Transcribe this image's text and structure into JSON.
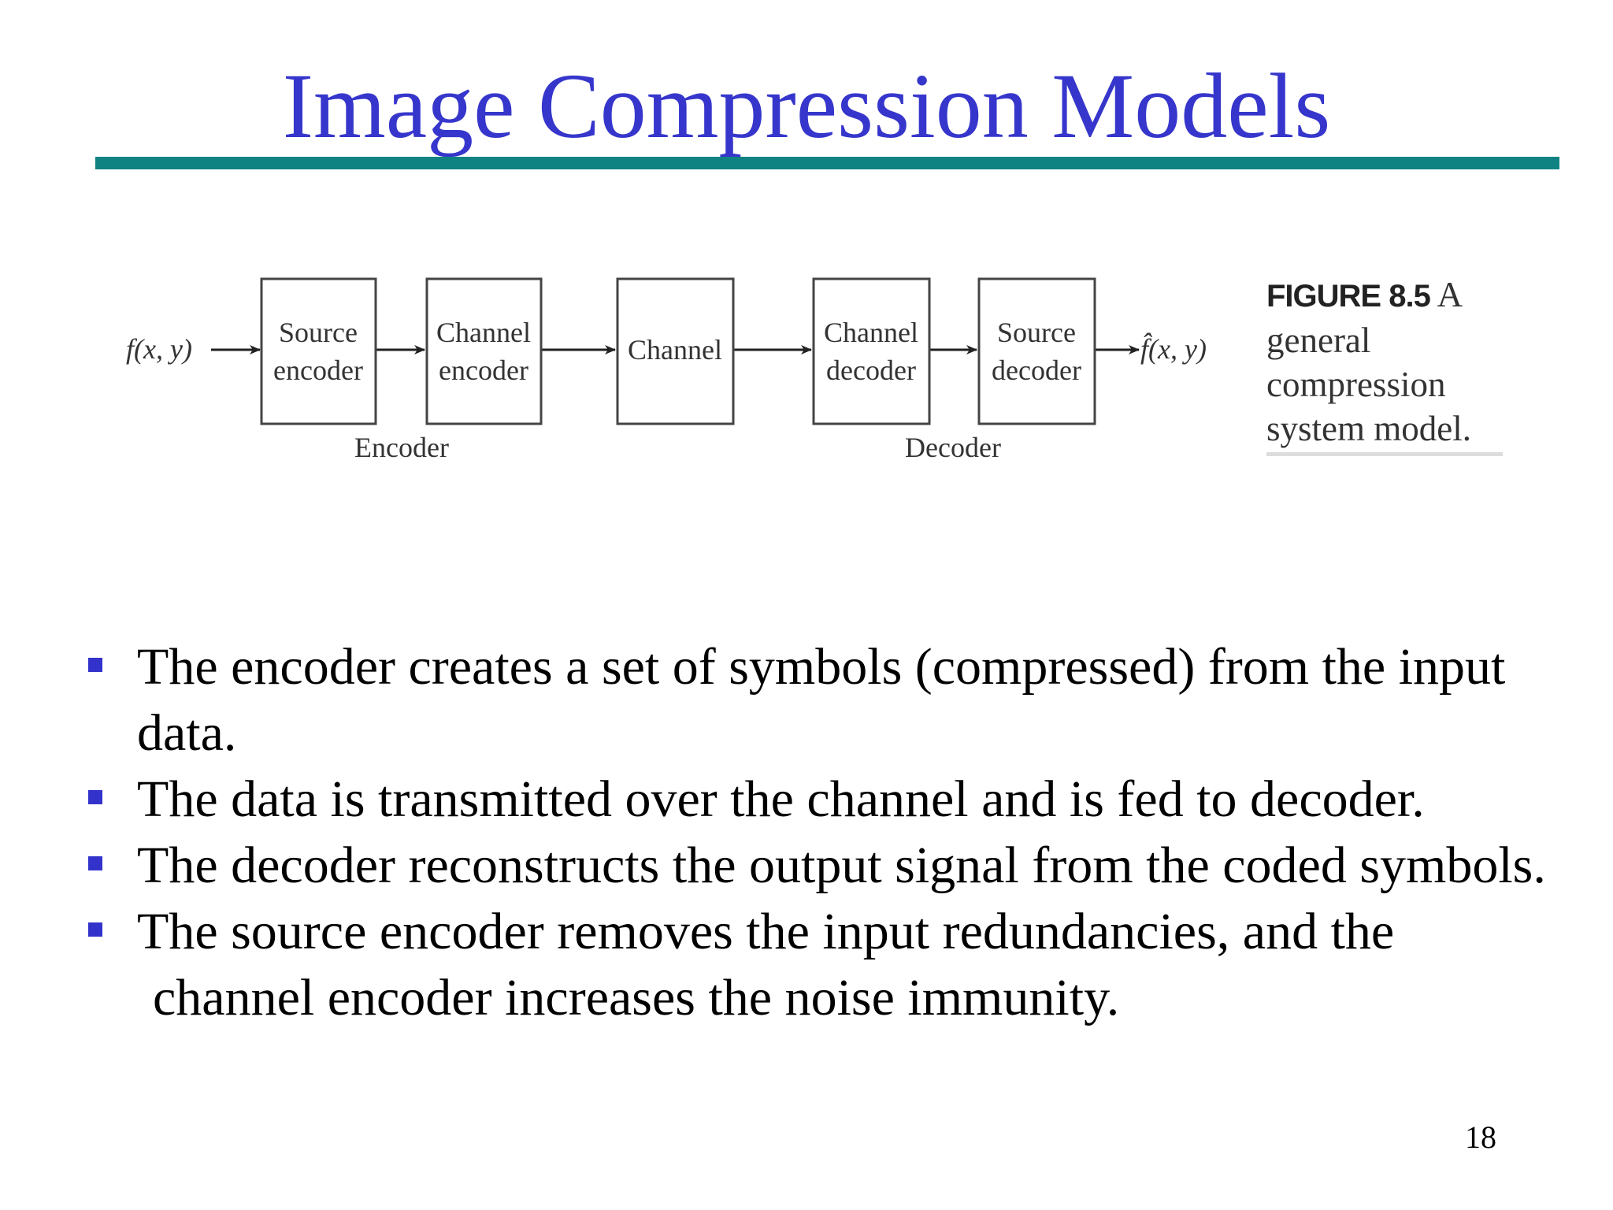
{
  "slide": {
    "title": "Image Compression Models",
    "page_number": "18",
    "accent_colors": {
      "title": "#3636cc",
      "rule": "#0f8282",
      "bullet": "#3333cc"
    }
  },
  "figure": {
    "input_label": "f(x, y)",
    "output_label": "f̂(x, y)",
    "blocks": [
      {
        "line1": "Source",
        "line2": "encoder"
      },
      {
        "line1": "Channel",
        "line2": "encoder"
      },
      {
        "line1": "Channel",
        "line2": ""
      },
      {
        "line1": "Channel",
        "line2": "decoder"
      },
      {
        "line1": "Source",
        "line2": "decoder"
      }
    ],
    "group_labels": {
      "encoder": "Encoder",
      "decoder": "Decoder"
    },
    "caption": {
      "figure_number": "FIGURE 8.5",
      "line1_suffix": "A",
      "line2": "general",
      "line3": "compression",
      "line4": "system model."
    }
  },
  "bullets": [
    {
      "line1": "The encoder creates a set of symbols (compressed) from the input",
      "line2": "data."
    },
    {
      "line1": "The data is transmitted over the channel and is fed to decoder.",
      "line2": ""
    },
    {
      "line1": "The decoder reconstructs the output signal from the coded symbols.",
      "line2": ""
    },
    {
      "line1": "The source encoder removes the input redundancies, and the",
      "line2": "channel encoder increases the noise immunity."
    }
  ]
}
